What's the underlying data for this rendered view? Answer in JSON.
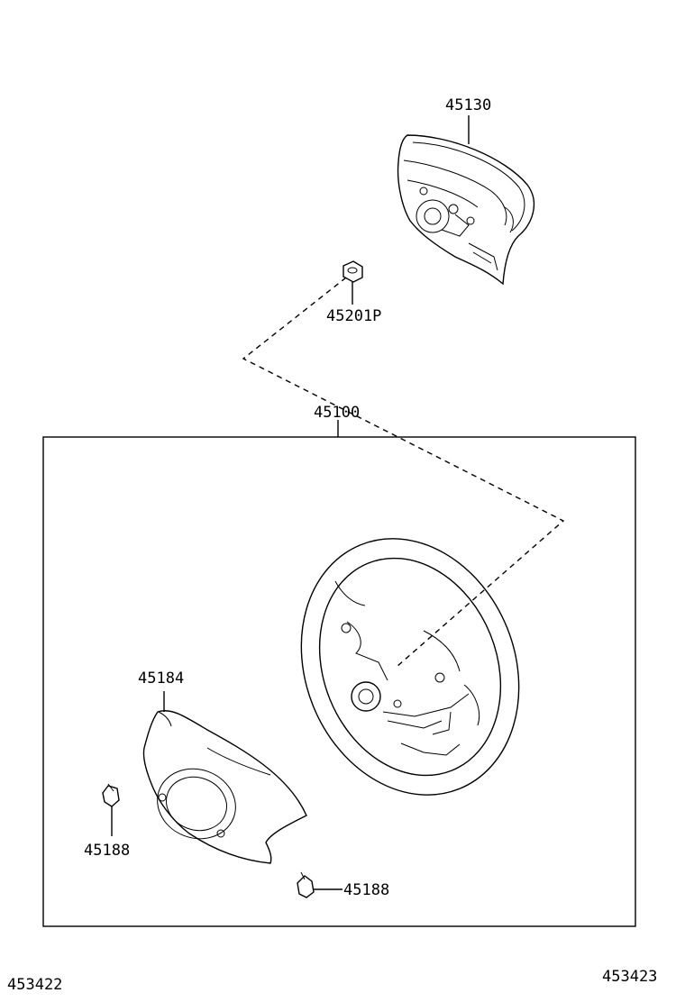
{
  "labels": {
    "pad": "45130",
    "nut": "45201P",
    "wheel_assy": "45100",
    "cover": "45184",
    "screw_left": "45188",
    "screw_bottom": "45188",
    "ref_left": "453422",
    "ref_right": "453423"
  }
}
